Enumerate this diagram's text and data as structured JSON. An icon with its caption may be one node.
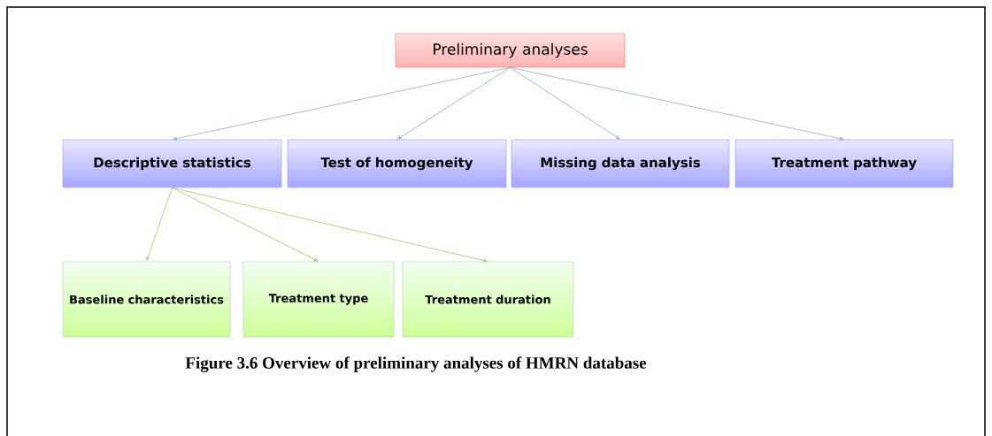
{
  "diagram": {
    "caption": "Figure 3.6 Overview of preliminary analyses of HMRN database",
    "nodes": [
      {
        "text": [
          "Preliminary analyses"
        ]
      },
      {
        "text": [
          "Descriptive statistics"
        ]
      },
      {
        "text": [
          "Test of homogeneity"
        ]
      },
      {
        "text": [
          "Missing data analysis"
        ]
      },
      {
        "text": [
          "Treatment pathway"
        ]
      },
      {
        "text": [
          "Baseline characteristics"
        ]
      },
      {
        "text": [
          "Treatment type"
        ]
      },
      {
        "text": [
          "Treatment duration"
        ]
      }
    ],
    "edges": [
      {
        "from": 0,
        "to": 1,
        "arrow": "to"
      },
      {
        "from": 0,
        "to": 2,
        "arrow": "to"
      },
      {
        "from": 0,
        "to": 3,
        "arrow": "to"
      },
      {
        "from": 0,
        "to": 4,
        "arrow": "to"
      },
      {
        "from": 1,
        "to": 5,
        "arrow": "to",
        "color": "#9bbb59"
      },
      {
        "from": 1,
        "to": 6,
        "arrow": "to",
        "color": "#9bbb59"
      },
      {
        "from": 1,
        "to": 7,
        "arrow": "to",
        "color": "#9bbb59"
      }
    ]
  }
}
